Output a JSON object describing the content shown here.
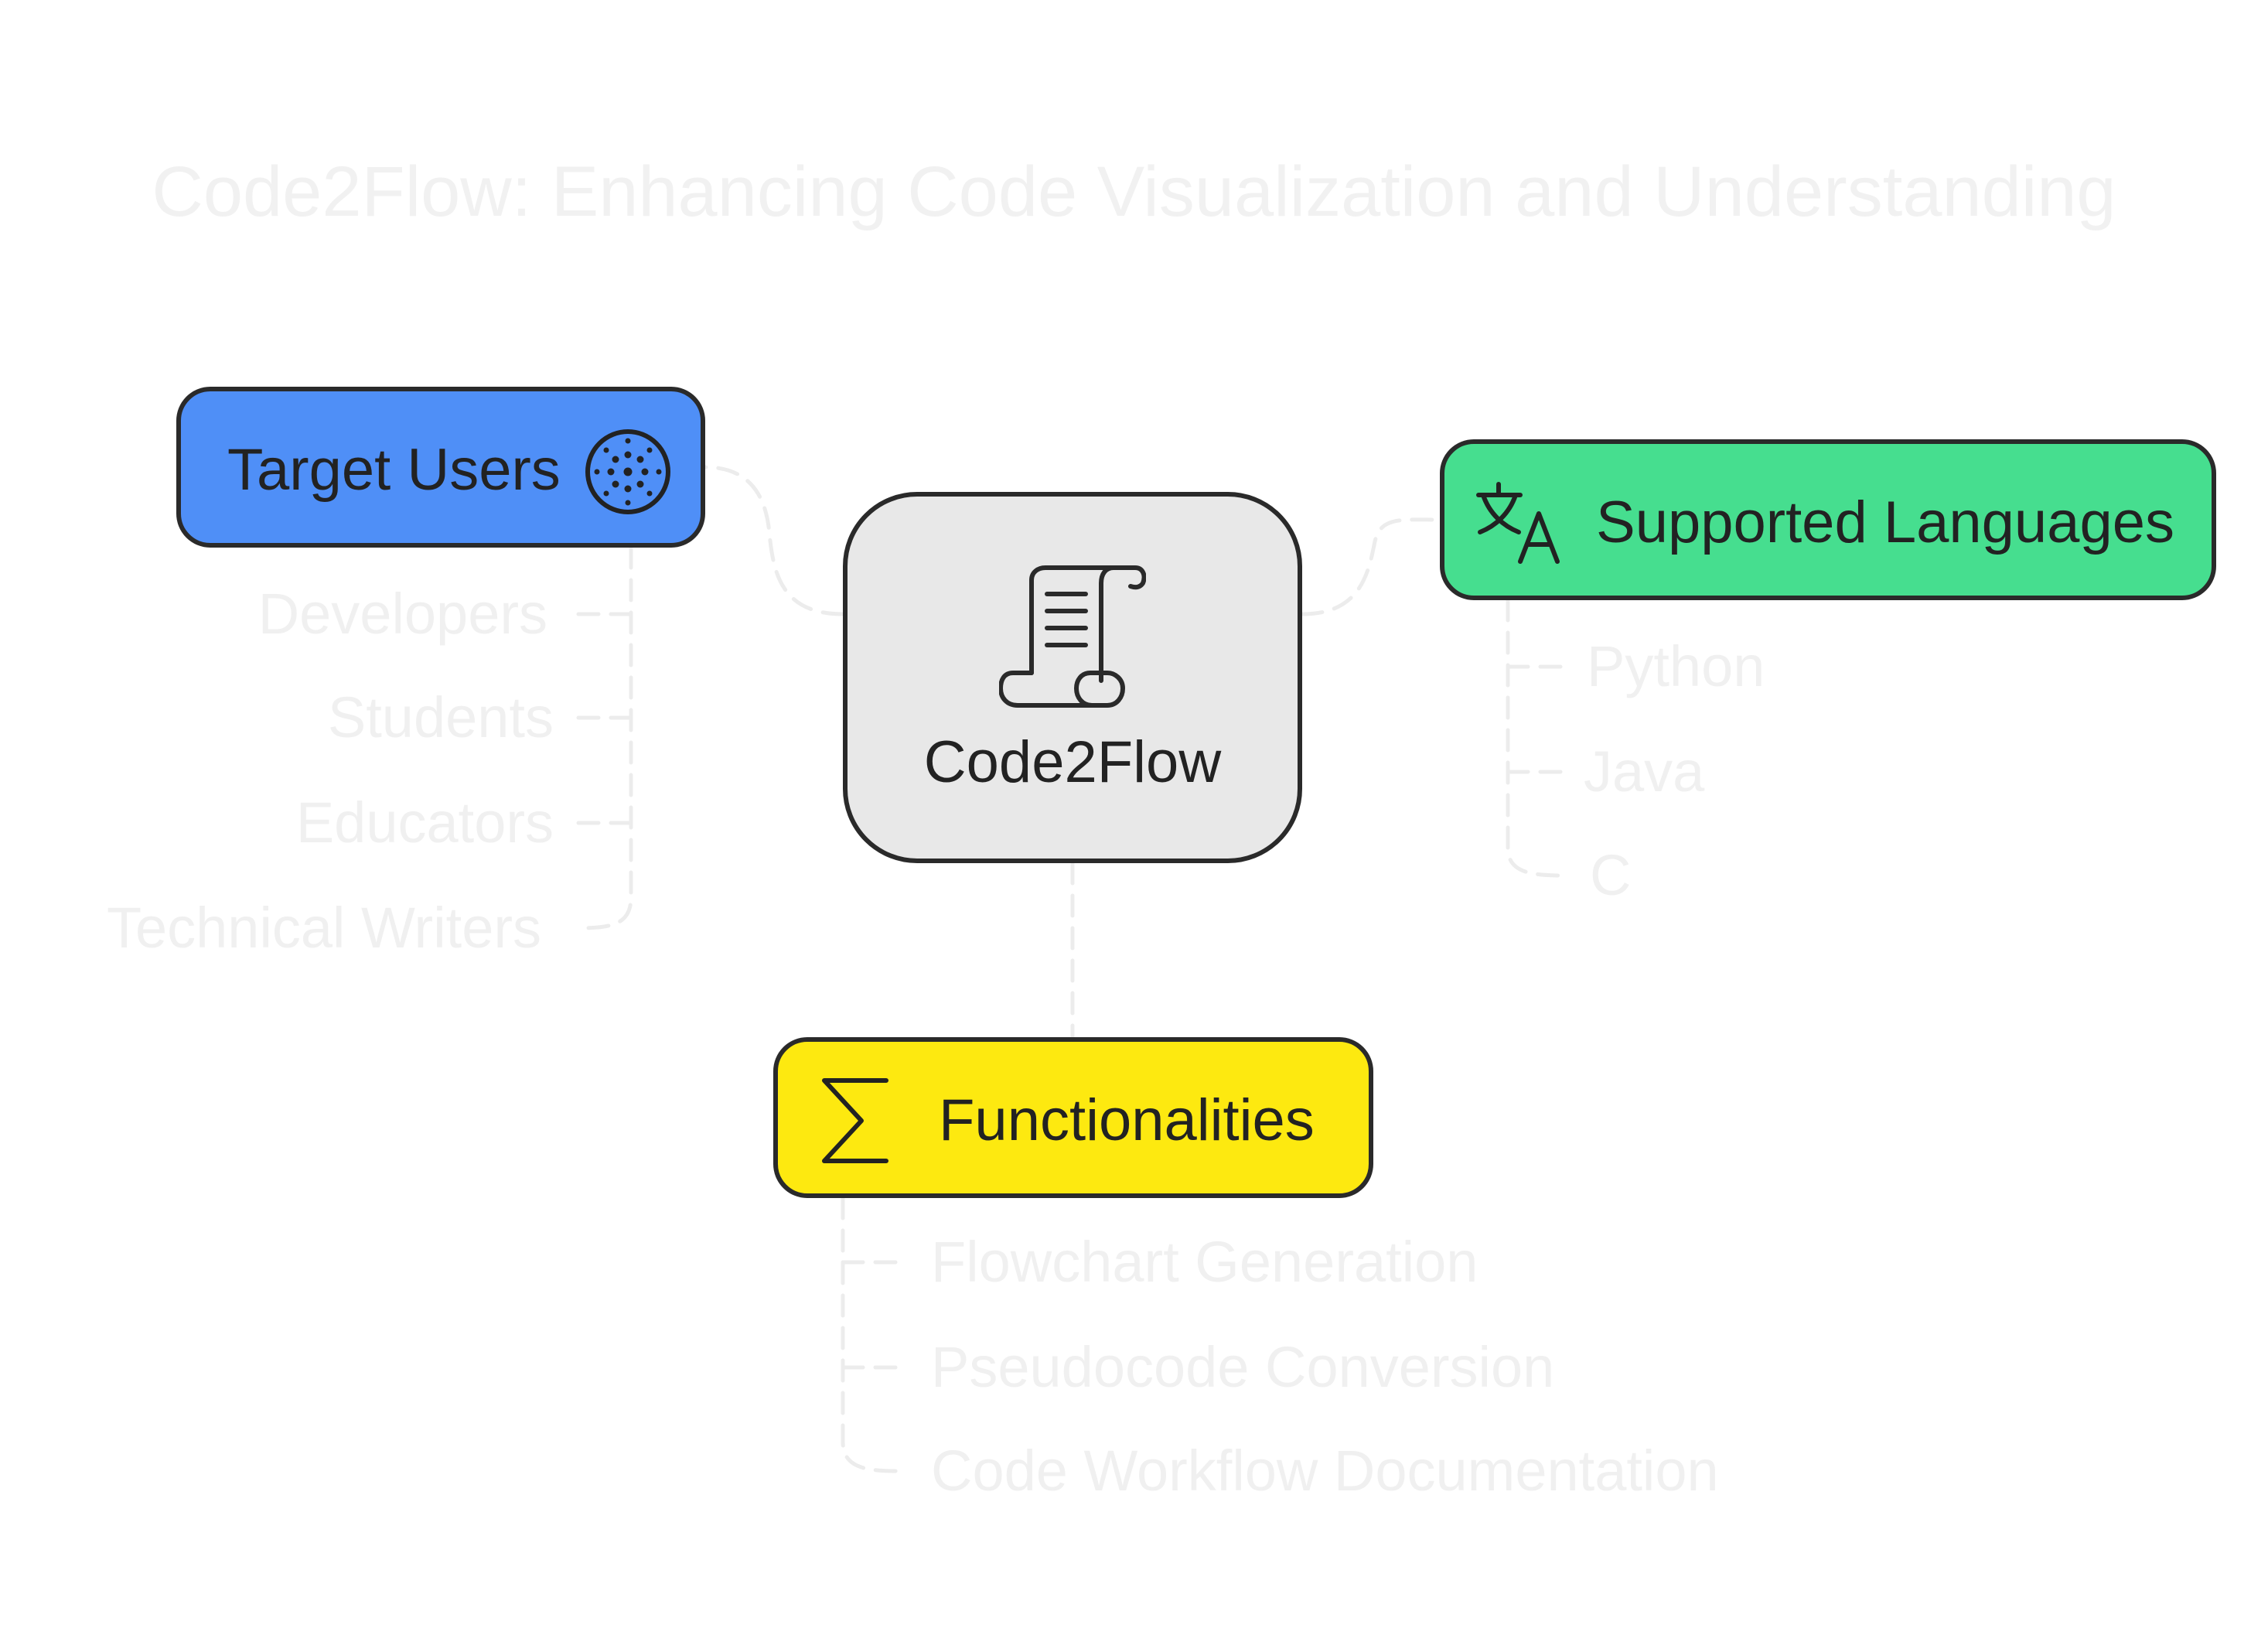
{
  "title": "Code2Flow: Enhancing Code Visualization and Understanding",
  "central": {
    "label": "Code2Flow",
    "icon": "scroll-icon"
  },
  "branches": {
    "users": {
      "label": "Target Users",
      "icon": "cells-icon",
      "color": "#4f8ff7",
      "items": [
        "Developers",
        "Students",
        "Educators",
        "Technical Writers"
      ]
    },
    "languages": {
      "label": "Supported Languages",
      "icon": "translate-icon",
      "color": "#46de8f",
      "items": [
        "Python",
        "Java",
        "C"
      ]
    },
    "functions": {
      "label": "Functionalities",
      "icon": "sigma-icon",
      "color": "#fde910",
      "items": [
        "Flowchart Generation",
        "Pseudocode Conversion",
        "Code Workflow Documentation"
      ]
    }
  },
  "colors": {
    "central": "#e8e8e8",
    "outline": "#2a2a2a",
    "connector": "#efefef",
    "faint_text": "#f0f0f0"
  }
}
